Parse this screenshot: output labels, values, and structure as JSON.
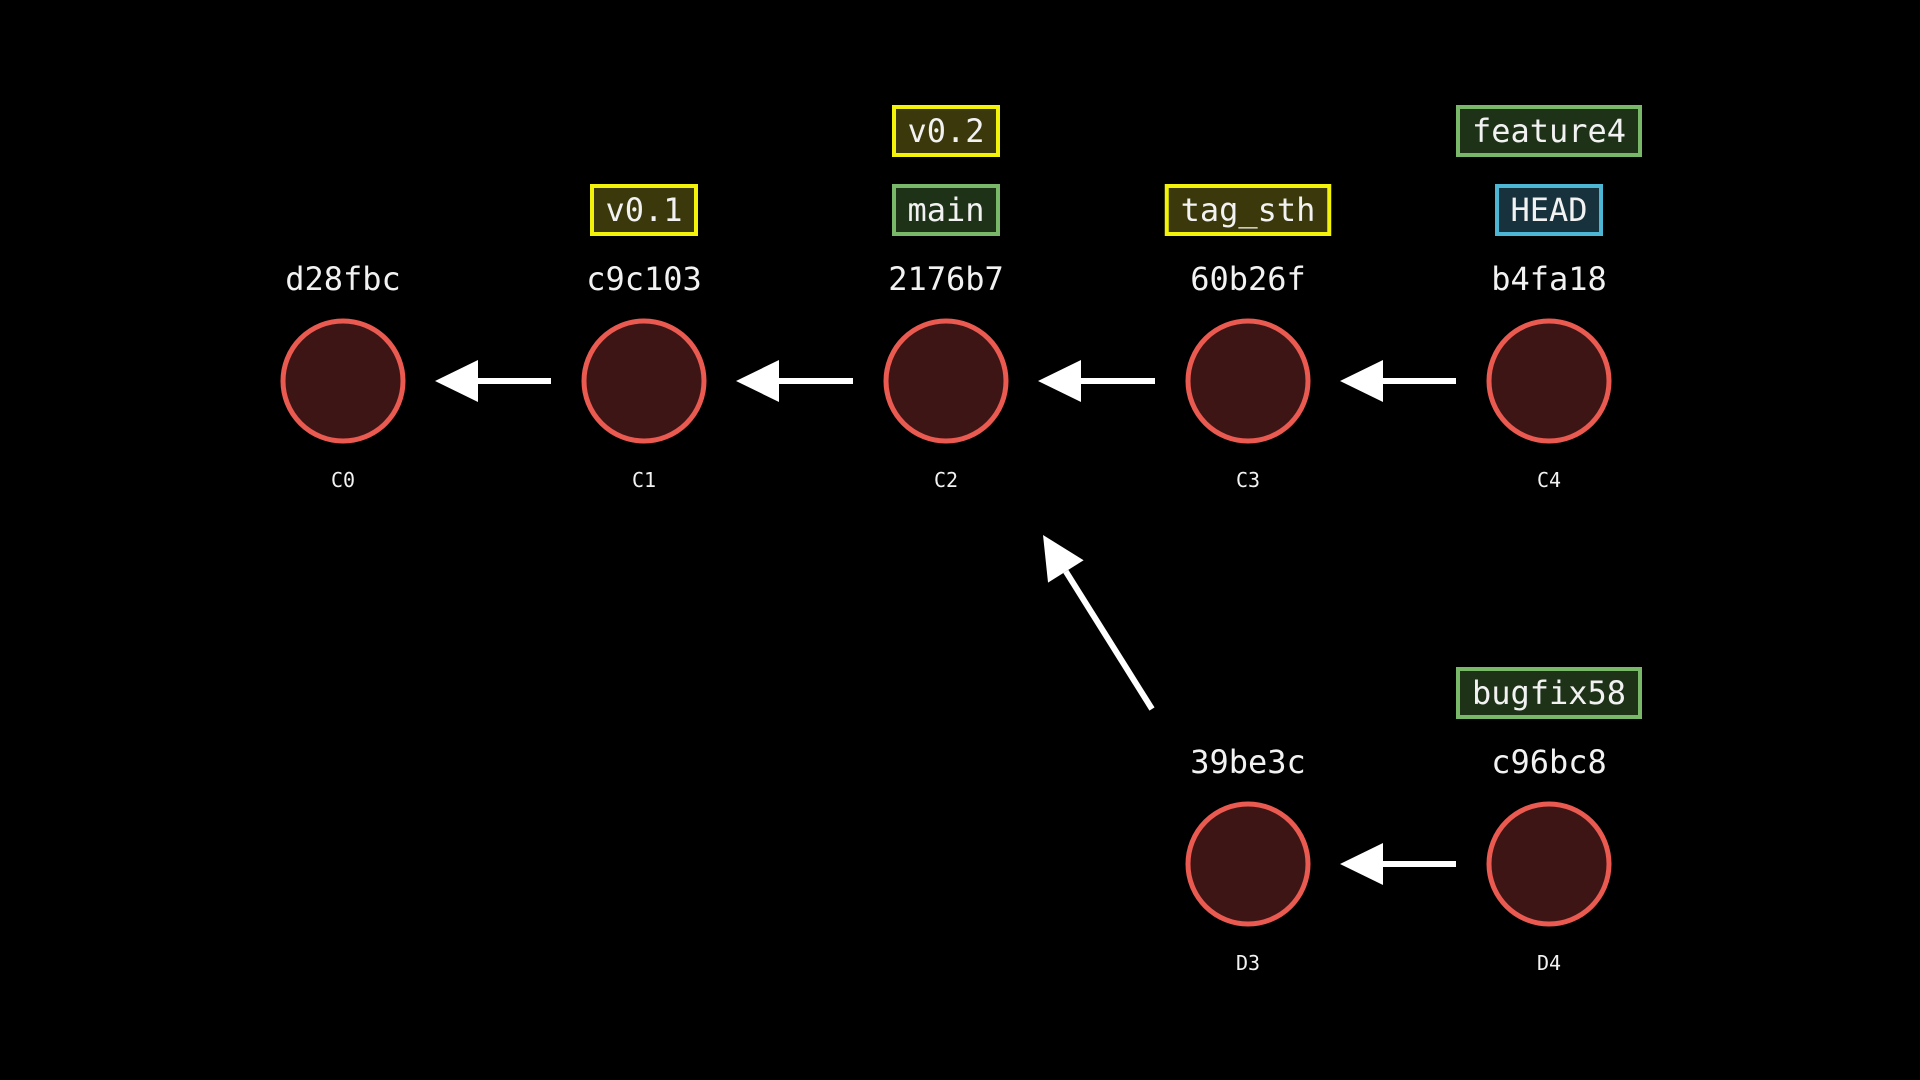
{
  "commits": [
    {
      "id": "C0",
      "hash": "d28fbc",
      "refs": []
    },
    {
      "id": "C1",
      "hash": "c9c103",
      "refs": [
        {
          "label": "v0.1",
          "kind": "tag"
        }
      ]
    },
    {
      "id": "C2",
      "hash": "2176b7",
      "refs": [
        {
          "label": "main",
          "kind": "branch"
        },
        {
          "label": "v0.2",
          "kind": "tag"
        }
      ]
    },
    {
      "id": "C3",
      "hash": "60b26f",
      "refs": [
        {
          "label": "tag_sth",
          "kind": "tag"
        }
      ]
    },
    {
      "id": "C4",
      "hash": "b4fa18",
      "refs": [
        {
          "label": "HEAD",
          "kind": "head"
        },
        {
          "label": "feature4",
          "kind": "branch"
        }
      ]
    },
    {
      "id": "D3",
      "hash": "39be3c",
      "refs": []
    },
    {
      "id": "D4",
      "hash": "c96bc8",
      "refs": [
        {
          "label": "bugfix58",
          "kind": "branch"
        }
      ]
    }
  ],
  "edges": [
    [
      "C1",
      "C0"
    ],
    [
      "C2",
      "C1"
    ],
    [
      "C3",
      "C2"
    ],
    [
      "C4",
      "C3"
    ],
    [
      "D3",
      "C2"
    ],
    [
      "D4",
      "D3"
    ]
  ],
  "colors": {
    "background": "#000000",
    "commit_fill": "#3e1515",
    "commit_stroke": "#ea5a50",
    "tag_border": "#f2f20a",
    "tag_fill": "#3b390b",
    "branch_border": "#78b868",
    "branch_fill": "#1e3218",
    "head_border": "#4cb6d4",
    "head_fill": "#18323d",
    "arrow": "#ffffff"
  }
}
